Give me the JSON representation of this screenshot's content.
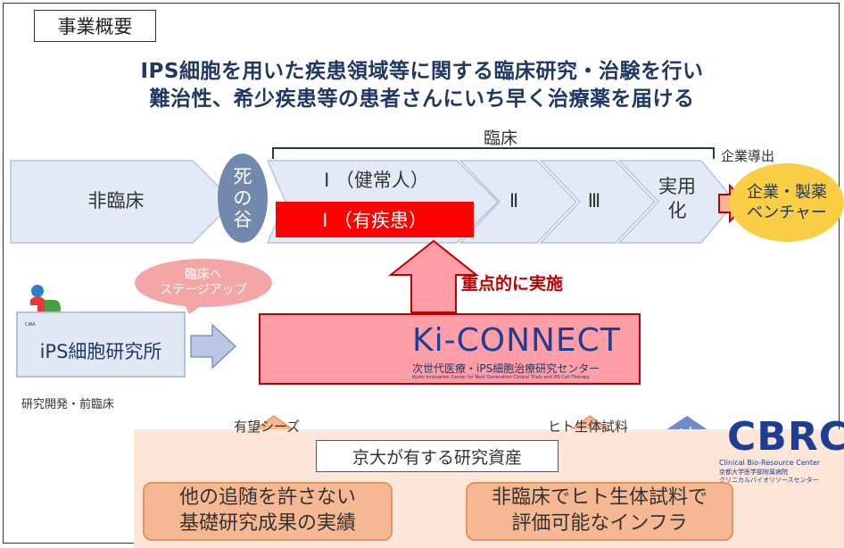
{
  "title": "事業概要",
  "headline": [
    "IPS細胞を用いた疾患領域等に関する臨床研究・治験を行い",
    "難治性、希少疾患等の患者さんにいち早く治療薬を届ける"
  ],
  "clinical_label": "臨床",
  "company_intro_label": "企業導出",
  "phases": {
    "nonclinical": "非臨床",
    "valley": [
      "死",
      "の",
      "谷"
    ],
    "phase1_healthy": "Ⅰ （健常人）",
    "phase1_patient": "Ⅰ （有疾患）",
    "phase2": "Ⅱ",
    "phase3": "Ⅲ",
    "practical": [
      "実用",
      "化"
    ]
  },
  "company": [
    "企業・製薬",
    "ベンチャー"
  ],
  "focus_label": "重点的に実施",
  "stage_up_bubble": [
    "臨床へ",
    "ステージアップ"
  ],
  "ips_institute": {
    "logo": "CiRA",
    "name": "iPS細胞研究所",
    "caption": "研究開発・前臨床"
  },
  "kiconnect": {
    "logo": "Ki-CONNECT",
    "subtitle": "次世代医療・iPS細胞治療研究センター",
    "subtitle_en": "Kyoto Innovation Center for Next Generation Clinical Trials and iPS Cell Therapy"
  },
  "seeds_label": "有望シーズ",
  "bio_label": "ヒト生体試料",
  "resources_label": "京大が有する研究資産",
  "left_strength": [
    "他の追随を許さない",
    "基礎研究成果の実績"
  ],
  "right_strength": [
    "非臨床でヒト生体試料で",
    "評価可能なインフラ"
  ],
  "cbrc": {
    "logo": "CBRC",
    "line1": "Clinical Bio-Resource Center",
    "line2": "京都大学医学部附属病院",
    "line3": "クリニカルバイオリソースセンター"
  },
  "colors": {
    "chevron_fill": "#e4eaf5",
    "chevron_stroke": "#b5c4de",
    "red": "#ff0000",
    "navy": "#1f3864",
    "pink": "#ff9ea7",
    "orange": "#f6b893",
    "yellow": "#f9cd44"
  }
}
